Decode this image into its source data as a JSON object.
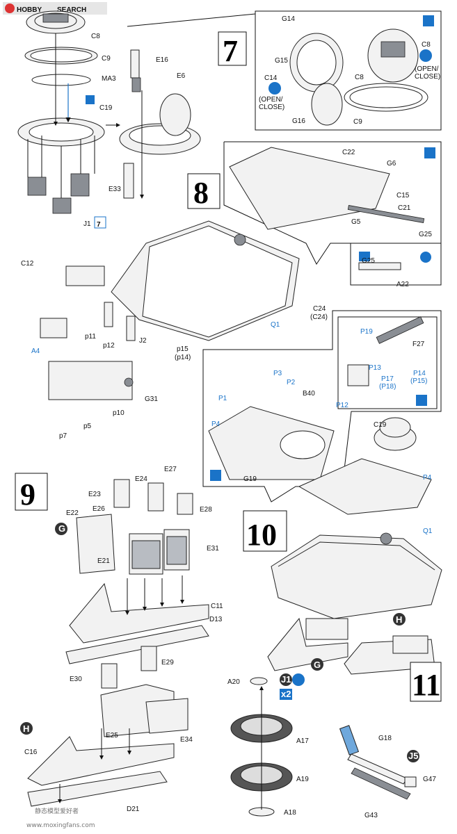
{
  "header": {
    "logo_prefix": "HOBBY",
    "logo_suffix": "SEARCH"
  },
  "steps": {
    "s7": "7",
    "s8": "8",
    "s9": "9",
    "s10": "10",
    "s11": "11"
  },
  "labels": {
    "C8": "C8",
    "C9": "C9",
    "MA3": "MA3",
    "C19": "C19",
    "J1x": "J1",
    "x7": "7",
    "E16": "E16",
    "E6": "E6",
    "E33": "E33",
    "G14": "G14",
    "G15": "G15",
    "C14": "C14",
    "open": "(OPEN/",
    "close": "CLOSE)",
    "G16": "G16",
    "C8b": "C8",
    "C9b": "C9",
    "open2": "(OPEN/",
    "close2": "CLOSE)",
    "C8c": "C8",
    "C22": "C22",
    "G6": "G6",
    "C15": "C15",
    "C21": "C21",
    "G5": "G5",
    "G25": "G25",
    "G25b": "G25",
    "A22": "A22",
    "C12": "C12",
    "A4": "A4",
    "p11": "p11",
    "p12": "p12",
    "J2": "J2",
    "p15": "p15",
    "p14": "(p14)",
    "C24": "C24",
    "C24b": "(C24)",
    "Q1": "Q1",
    "G31": "G31",
    "p10": "p10",
    "p5": "p5",
    "p7": "p7",
    "P19": "P19",
    "F27": "F27",
    "P13": "P13",
    "P17": "P17",
    "P18": "(P18)",
    "P14": "P14",
    "P15": "(P15)",
    "P12": "P12",
    "P3": "P3",
    "P2": "P2",
    "P1": "P1",
    "B40": "B40",
    "P4": "P4",
    "G19": "G19",
    "C19b": "C19",
    "P4b": "P4",
    "Q1b": "Q1",
    "E23": "E23",
    "E24": "E24",
    "E27": "E27",
    "E28": "E28",
    "E22": "E22",
    "E26": "E26",
    "E21": "E21",
    "E31": "E31",
    "C11": "C11",
    "D13": "D13",
    "E29": "E29",
    "E30": "E30",
    "E25": "E25",
    "E34": "E34",
    "C16": "C16",
    "D21": "D21",
    "A20": "A20",
    "J1": "J1",
    "x2": "x2",
    "A17": "A17",
    "A19": "A19",
    "A18": "A18",
    "G18": "G18",
    "J5": "J5",
    "G47": "G47",
    "G43": "G43",
    "G": "G",
    "H": "H",
    "Hb": "H"
  },
  "footer": {
    "watermark_cn": "静态模型爱好者",
    "watermark_url": "www.moxingfans.com"
  },
  "colors": {
    "accent": "#1a73c8",
    "line": "#111111",
    "part_fill": "#f2f2f2",
    "dark_part": "#8a8e94"
  }
}
